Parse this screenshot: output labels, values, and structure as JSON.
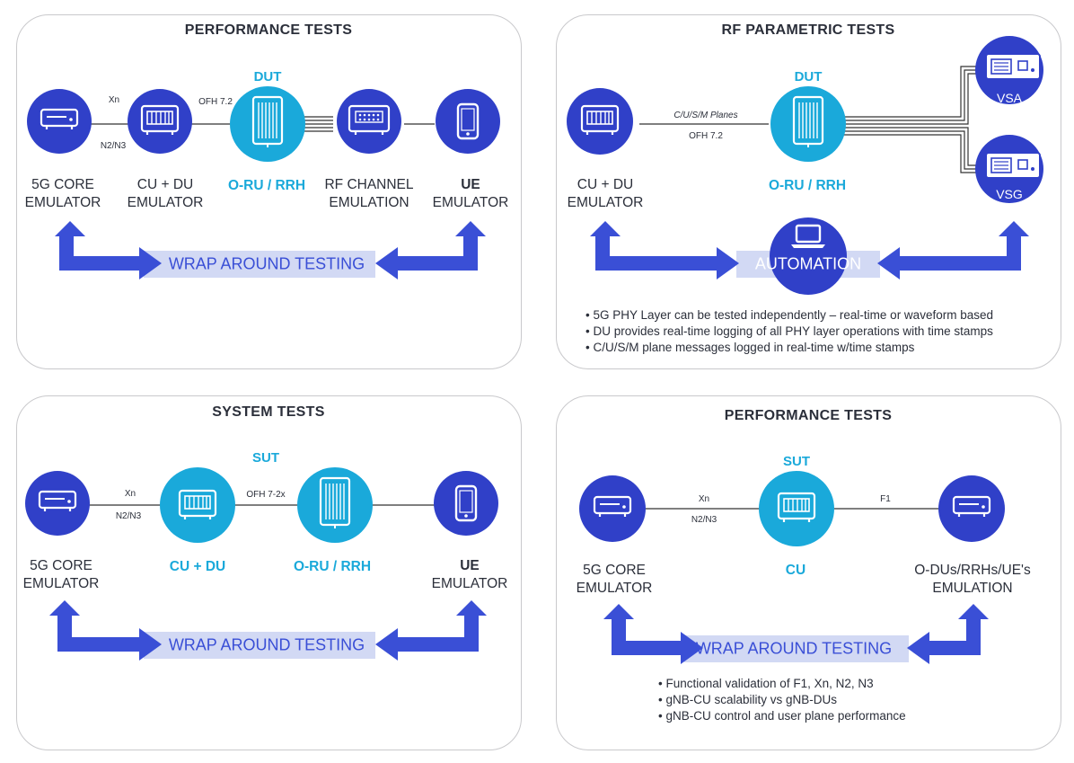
{
  "panels": {
    "top_left": {
      "title": "PERFORMANCE TESTS",
      "dut": "DUT",
      "link_xn": "Xn",
      "link_n2n3": "N2/N3",
      "link_ofh": "OFH 7.2",
      "core_label": [
        "5G CORE",
        "EMULATOR"
      ],
      "cudu_label": [
        "CU + DU",
        "EMULATOR"
      ],
      "oru_label": "O-RU / RRH",
      "rf_label": [
        "RF CHANNEL",
        "EMULATION"
      ],
      "ue_label": [
        "UE",
        "EMULATOR"
      ],
      "wrap": "WRAP AROUND TESTING"
    },
    "top_right": {
      "title": "RF PARAMETRIC  TESTS",
      "dut": "DUT",
      "link_planes": "C/U/S/M Planes",
      "link_ofh": "OFH 7.2",
      "cudu_label": [
        "CU + DU",
        "EMULATOR"
      ],
      "oru_label": "O-RU / RRH",
      "vsa": "VSA",
      "vsg": "VSG",
      "automation": "AUTOMATION",
      "bullets": [
        "5G PHY Layer can be tested independently – real-time or waveform based",
        "DU provides real-time logging of all PHY layer operations with time stamps",
        "C/U/S/M plane messages logged in real-time w/time stamps"
      ]
    },
    "bottom_left": {
      "title": "SYSTEM TESTS",
      "sut": "SUT",
      "link_xn": "Xn",
      "link_n2n3": "N2/N3",
      "link_ofh": "OFH 7-2x",
      "core_label": [
        "5G CORE",
        "EMULATOR"
      ],
      "cudu_label": "CU + DU",
      "oru_label": "O-RU / RRH",
      "ue_label": [
        "UE",
        "EMULATOR"
      ],
      "wrap": "WRAP AROUND TESTING"
    },
    "bottom_right": {
      "title": "PERFORMANCE TESTS",
      "sut": "SUT",
      "link_xn": "Xn",
      "link_n2n3": "N2/N3",
      "link_f1": "F1",
      "core_label": [
        "5G CORE",
        "EMULATOR"
      ],
      "cu_label": "CU",
      "odu_label": [
        "O-DUs/RRHs/UE's",
        "EMULATION"
      ],
      "wrap": "WRAP AROUND TESTING",
      "bullets": [
        "Functional validation of F1, Xn, N2, N3",
        "gNB-CU scalability vs gNB-DUs",
        "gNB-CU control and user plane performance"
      ]
    }
  },
  "colors": {
    "dark_blue": "#3040c8",
    "cyan": "#1aa9da",
    "arrow_blue": "#3a4fd6",
    "band": "#d2d9f4",
    "border": "#c9c9cc"
  },
  "icons": [
    "server-icon",
    "rack-unit-icon",
    "radio-unit-icon",
    "channel-emulator-icon",
    "phone-icon",
    "laptop-icon",
    "analyzer-icon"
  ]
}
